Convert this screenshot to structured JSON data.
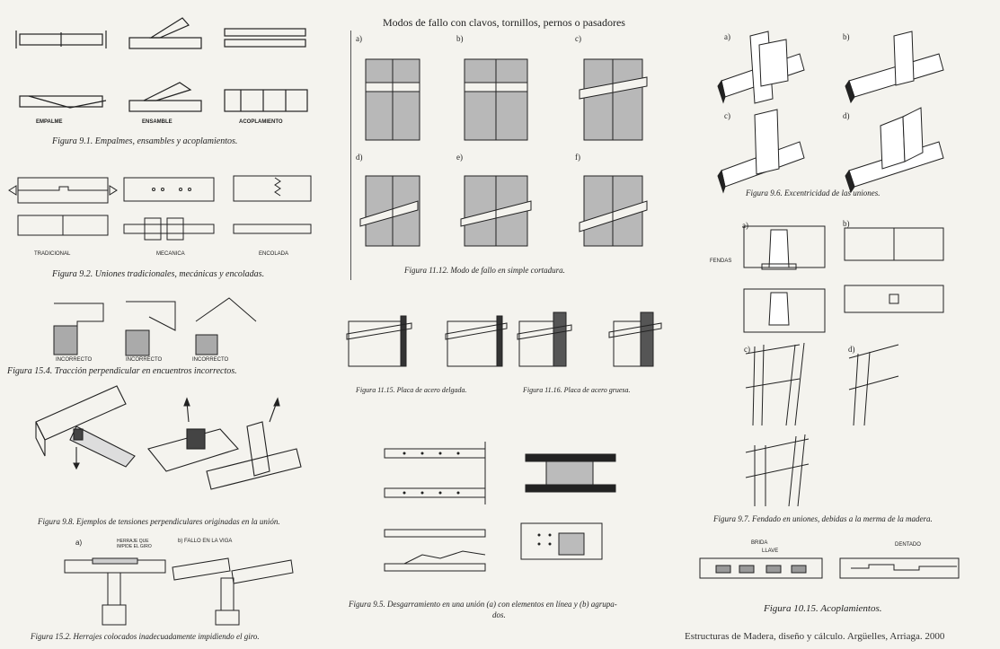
{
  "page_title": "Modos de fallo con clavos, tornillos, pernos o pasadores",
  "footer": "Estructuras de Madera, diseño y cálculo. Argüelles, Arriaga. 2000",
  "figures": {
    "fig_9_1": {
      "caption": "Figura 9.1. Empalmes, ensambles y acoplamientos.",
      "labels": [
        "EMPALME",
        "ENSAMBLE",
        "ACOPLAMIENTO"
      ]
    },
    "fig_9_2": {
      "caption": "Figura 9.2. Uniones tradicionales, mecánicas y encoladas.",
      "labels": [
        "TRADICIONAL",
        "MECANICA",
        "ENCOLADA"
      ]
    },
    "fig_15_4": {
      "caption": "Figura 15.4. Tracción perpendicular en encuentros incorrectos.",
      "labels": [
        "INCORRECTO",
        "INCORRECTO",
        "INCORRECTO"
      ]
    },
    "fig_9_8": {
      "caption": "Figura 9.8. Ejemplos de tensiones perpendiculares originadas en la unión."
    },
    "fig_15_2": {
      "caption": "Figura 15.2. Herrajes colocados inadecuadamente impidiendo el giro.",
      "label_a": "a)",
      "label_b": "b) FALLO EN LA VIGA",
      "note": "HERRAJE QUE IMPIDE EL GIRO"
    },
    "fig_11_12": {
      "caption": "Figura 11.12. Modo de fallo en simple cortadura.",
      "panels": [
        "a)",
        "b)",
        "c)",
        "d)",
        "e)",
        "f)"
      ]
    },
    "fig_11_15": {
      "caption": "Figura 11.15. Placa de acero delgada."
    },
    "fig_11_16": {
      "caption": "Figura 11.16. Placa de acero gruesa."
    },
    "fig_9_5": {
      "caption_line1": "Figura 9.5. Desgarramiento en una unión (a) con elementos en línea y (b) agrupa-",
      "caption_line2": "dos."
    },
    "fig_9_6": {
      "caption": "Figura 9.6. Excentricidad de las uniones.",
      "panels": [
        "a)",
        "b)",
        "c)",
        "d)"
      ]
    },
    "fig_9_7": {
      "caption": "Figura 9.7. Fendado en uniones, debidas a la merma de la madera.",
      "label_fendas": "FENDAS",
      "panels": [
        "a)",
        "b)",
        "c)",
        "d)"
      ]
    },
    "fig_10_15": {
      "caption": "Figura 10.15. Acoplamientos.",
      "label_brida": "BRIDA",
      "label_llave": "LLAVE",
      "label_dentado": "DENTADO"
    }
  }
}
